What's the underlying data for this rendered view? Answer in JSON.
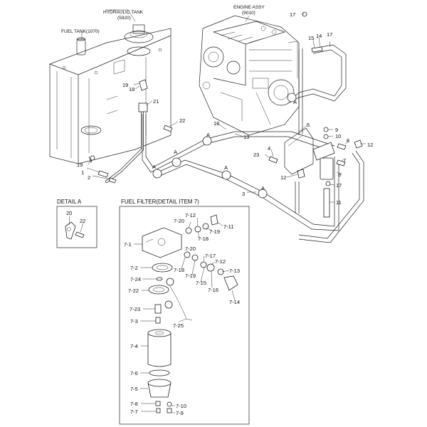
{
  "headings": {
    "fuel_tank": "FUEL TANK(1070)",
    "hydraulic_tank_line1": "HYDRAULIC TANK",
    "hydraulic_tank_line2": "(5920)",
    "engine_line1": "ENGINE ASSY",
    "engine_line2": "(9010)",
    "detail_a": "DETAIL  A",
    "fuel_filter": "FUEL FILTER(DETAIL ITEM 7)"
  },
  "callout_A": "A",
  "main_labels": {
    "l1": "1",
    "l2": "2",
    "l3": "3",
    "l4": "4",
    "l5": "5",
    "l6": "6",
    "l7": "7",
    "l8": "8",
    "l9": "9",
    "l10": "10",
    "l11": "11",
    "l12a": "12",
    "l12b": "12",
    "l13": "13",
    "l14": "14",
    "l15": "15",
    "l16": "16",
    "l17a": "17",
    "l17b": "17",
    "l17c": "17",
    "l18": "18",
    "l19a": "19",
    "l19b": "19",
    "l21": "21",
    "l22": "22",
    "l23": "23"
  },
  "detail_labels": {
    "d20": "20",
    "d22": "22"
  },
  "filter_labels": {
    "f7_1": "7-1",
    "f7_2": "7-2",
    "f7_3": "7-3",
    "f7_4": "7-4",
    "f7_5": "7-5",
    "f7_6": "7-6",
    "f7_7": "7-7",
    "f7_8": "7-8",
    "f7_9": "7-9",
    "f7_10": "7-10",
    "f7_11": "7-11",
    "f7_12a": "7-12",
    "f7_12b": "7-12",
    "f7_13": "7-13",
    "f7_14": "7-14",
    "f7_15": "7-15",
    "f7_16": "7-16",
    "f7_17": "7-17",
    "f7_18a": "7-18",
    "f7_18b": "7-18",
    "f7_19a": "7-19",
    "f7_19b": "7-19",
    "f7_20a": "7-20",
    "f7_20b": "7-20",
    "f7_22": "7-22",
    "f7_23": "7-23",
    "f7_24": "7-24",
    "f7_25": "7-25"
  }
}
